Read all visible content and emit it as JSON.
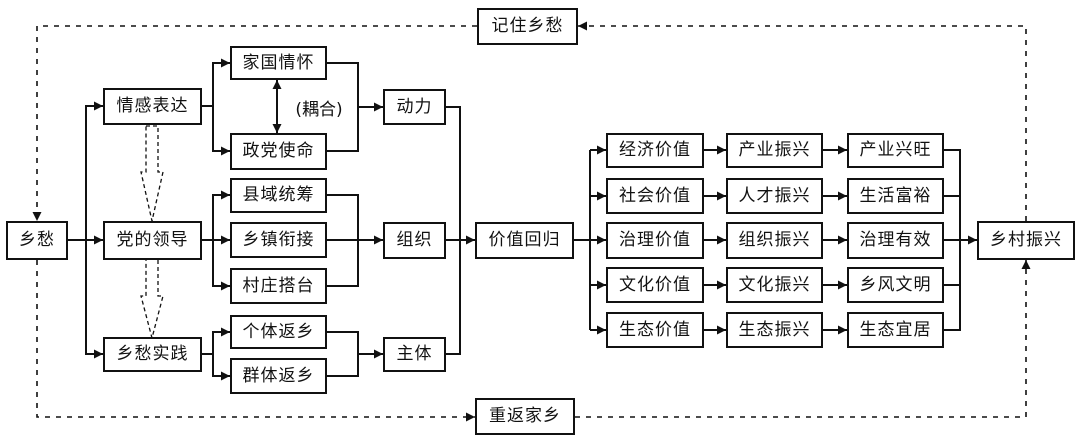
{
  "nodes": {
    "xiangchou": "乡愁",
    "qinggan": "情感表达",
    "dangde": "党的领导",
    "shijian": "乡愁实践",
    "jiaguo": "家国情怀",
    "zhengdang": "政党使命",
    "xianyu": "县域统筹",
    "xiangzhen": "乡镇衔接",
    "cunzhuang": "村庄搭台",
    "geti": "个体返乡",
    "qunti": "群体返乡",
    "dongli": "动力",
    "zuzhi": "组织",
    "zhuti": "主体",
    "jiazhi": "价值回归",
    "jingji": "经济价值",
    "shehui": "社会价值",
    "zhili": "治理价值",
    "wenhua": "文化价值",
    "shengtai": "生态价值",
    "chanye": "产业振兴",
    "rencai": "人才振兴",
    "zuzhizx": "组织振兴",
    "wenhuazx": "文化振兴",
    "shengtaizx": "生态振兴",
    "xingwang": "产业兴旺",
    "fuyu": "生活富裕",
    "youxiao": "治理有效",
    "wenming": "乡风文明",
    "yiju": "生态宜居",
    "zhenxing": "乡村振兴",
    "jizhu": "记住乡愁",
    "chongfan": "重返家乡"
  },
  "coupling_label": "(耦合)"
}
